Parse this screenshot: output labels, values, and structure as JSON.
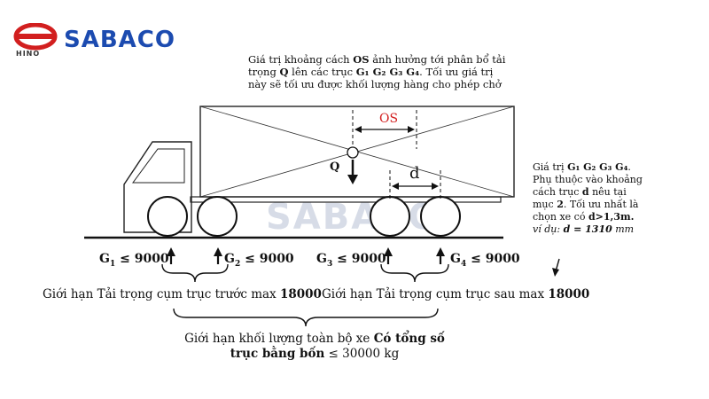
{
  "brand": {
    "name": "SABACO",
    "sub": "HINO"
  },
  "watermark": "SABACO",
  "top_note": {
    "line1_a": "Giá trị khoảng cách ",
    "line1_b": "OS",
    "line1_c": " ảnh hưởng tới phân bổ tải",
    "line2_a": "trọng ",
    "line2_b": "Q",
    "line2_c": " lên các trục ",
    "line2_d": "G₁ G₂ G₃ G₄",
    "line2_e": ". Tối ưu giá trị",
    "line3": "này sẽ tối ưu được khối lượng hàng cho phép chở"
  },
  "right_note": {
    "l1_a": "Giá trị ",
    "l1_b": "G₁ G₂ G₃ G₄",
    "l1_c": ".",
    "l2": "Phụ thuộc vào khoảng",
    "l3_a": "cách trục ",
    "l3_b": "d",
    "l3_c": " nêu tại",
    "l4_a": "mục ",
    "l4_b": "2",
    "l4_c": ". Tối ưu nhất là",
    "l5_a": "chọn xe có ",
    "l5_b": "d>1,3m.",
    "l6_a": "ví dụ: ",
    "l6_b": "d = 1310",
    "l6_c": " mm"
  },
  "diagram_labels": {
    "os": "OS",
    "d": "d",
    "q": "Q"
  },
  "axles": [
    {
      "name": "G",
      "sub": "1",
      "rel": " ≤ 9000"
    },
    {
      "name": "G",
      "sub": "2",
      "rel": " ≤ 9000"
    },
    {
      "name": "G",
      "sub": "3",
      "rel": " ≤ 9000"
    },
    {
      "name": "G",
      "sub": "4",
      "rel": " ≤ 9000"
    }
  ],
  "limits": {
    "front_a": "Giới hạn Tải trọng cụm trục trước max ",
    "front_b": "18000",
    "rear_a": "Giới hạn Tải trọng cụm trục sau max ",
    "rear_b": "18000",
    "total_l1_a": "Giới hạn khối lượng toàn bộ xe ",
    "total_l1_b": "Có tổng số",
    "total_l2_a": "trục bằng bốn",
    "total_l2_b": " ≤ 30000 kg"
  },
  "colors": {
    "accent_red": "#d21f1f",
    "brand_blue": "#1c4bb0"
  }
}
